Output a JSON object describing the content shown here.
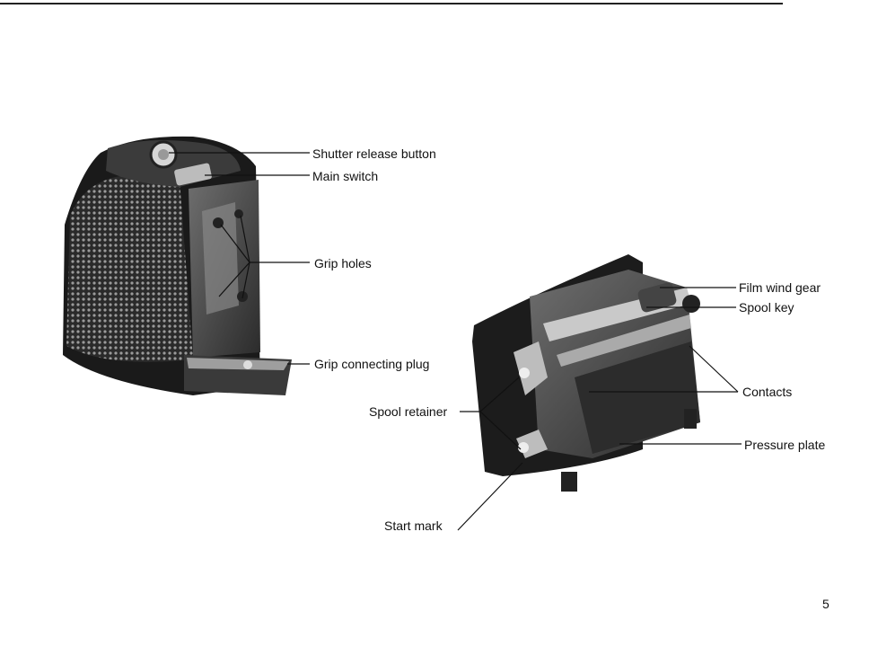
{
  "labels": {
    "shutter_release_button": "Shutter release button",
    "main_switch": "Main switch",
    "grip_holes": "Grip holes",
    "grip_connecting_plug": "Grip connecting plug",
    "film_wind_gear": "Film wind gear",
    "spool_key": "Spool key",
    "contacts": "Contacts",
    "pressure_plate": "Pressure plate",
    "spool_retainer": "Spool retainer",
    "start_mark": "Start mark"
  },
  "page_number": "5"
}
